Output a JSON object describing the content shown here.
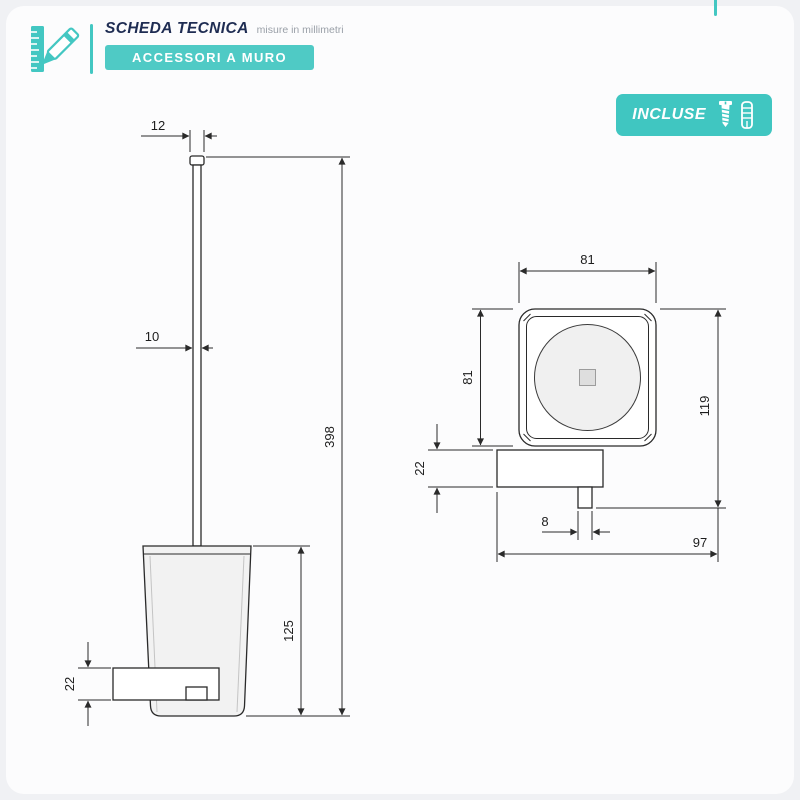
{
  "theme": {
    "accent": "#43c7c2",
    "banner_teal": "#4fcac5",
    "navy": "#1e2c52",
    "line_color": "#2a2a2a",
    "background": "#f0f1f4",
    "card": "#fcfcfd"
  },
  "header": {
    "title": "SCHEDA TECNICA",
    "subtitle": "misure in millimetri",
    "banner": "ACCESSORI A MURO",
    "icon": "pencil-ruler-icon"
  },
  "badge": {
    "label": "INCLUSE",
    "icons": [
      "screw-icon",
      "wall-plug-icon"
    ]
  },
  "diagram": {
    "side_view": {
      "dims": {
        "handle_width": "12",
        "rod_diameter": "10",
        "total_height": "398",
        "cup_height": "125",
        "bracket_height": "22"
      }
    },
    "front_view": {
      "dims": {
        "plate_width": "81",
        "plate_height": "81",
        "overall_height": "119",
        "bracket_height": "22",
        "pin_width": "8",
        "overall_width": "97"
      }
    }
  }
}
